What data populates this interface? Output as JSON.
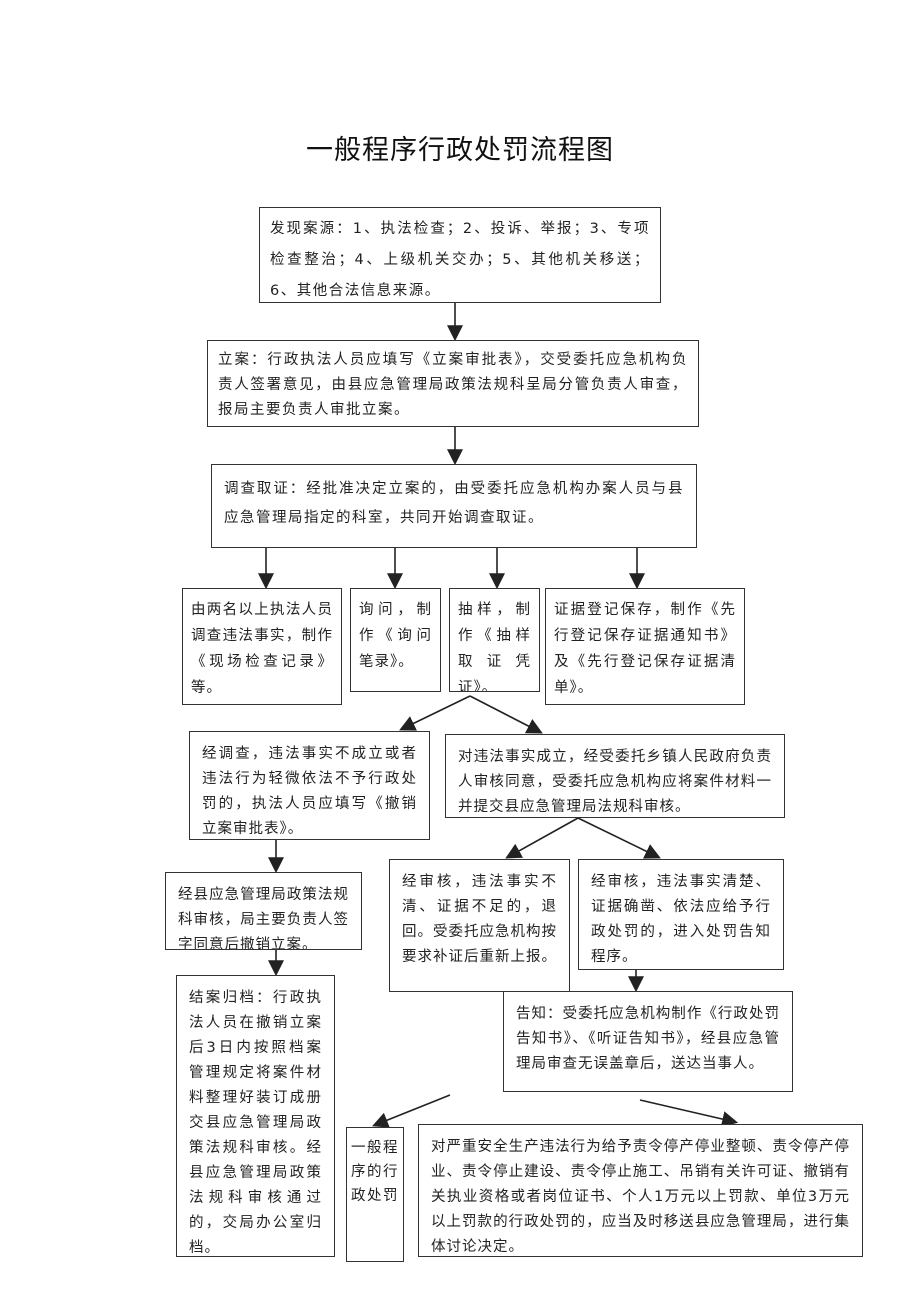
{
  "title": "一般程序行政处罚流程图",
  "boxes": {
    "source": "发现案源：1、执法检查；2、投诉、举报；3、专项检查整治；4、上级机关交办；5、其他机关移送；6、其他合法信息来源。",
    "filing": "立案：行政执法人员应填写《立案审批表》，交受委托应急机构负责人签署意见，由县应急管理局政策法规科呈局分管负责人审查，报局主要负责人审批立案。",
    "investigation": "调查取证：经批准决定立案的，由受委托应急机构办案人员与县应急管理局指定的科室，共同开始调查取证。",
    "inv_a": "由两名以上执法人员调查违法事实，制作《现场检查记录》等。",
    "inv_b": "询问，制作《询问笔录》。",
    "inv_c": "抽样，制作《抽样取证凭证》。",
    "inv_d": "证据登记保存，制作《先行登记保存证据通知书》及《先行登记保存证据清单》。",
    "not_established": "经调查，违法事实不成立或者违法行为轻微依法不予行政处罚的，执法人员应填写《撤销立案审批表》。",
    "established": "对违法事实成立，经受委托乡镇人民政府负责人审核同意，受委托应急机构应将案件材料一并提交县应急管理局法规科审核。",
    "revoke_review": "经县应急管理局政策法规科审核，局主要负责人签字同意后撤销立案。",
    "insufficient": "经审核，违法事实不清、证据不足的，退回。受委托应急机构按要求补证后重新上报。",
    "sufficient": "经审核，违法事实清楚、证据确凿、依法应给予行政处罚的，进入处罚告知程序。",
    "archive": "结案归档：行政执法人员在撤销立案后3日内按照档案管理规定将案件材料整理好装订成册交县应急管理局政策法规科审核。经县应急管理局政策法规科审核通过的，交局办公室归档。",
    "notify": "告知：受委托应急机构制作《行政处罚告知书》、《听证告知书》，经县应急管理局审查无误盖章后，送达当事人。",
    "general": "一般程序的行政处罚",
    "serious": "对严重安全生产违法行为给予责令停产停业整顿、责令停产停业、责令停止建设、责令停止施工、吊销有关许可证、撤销有关执业资格或者岗位证书、个人1万元以上罚款、单位3万元以上罚款的行政处罚的，应当及时移送县应急管理局，进行集体讨论决定。"
  }
}
